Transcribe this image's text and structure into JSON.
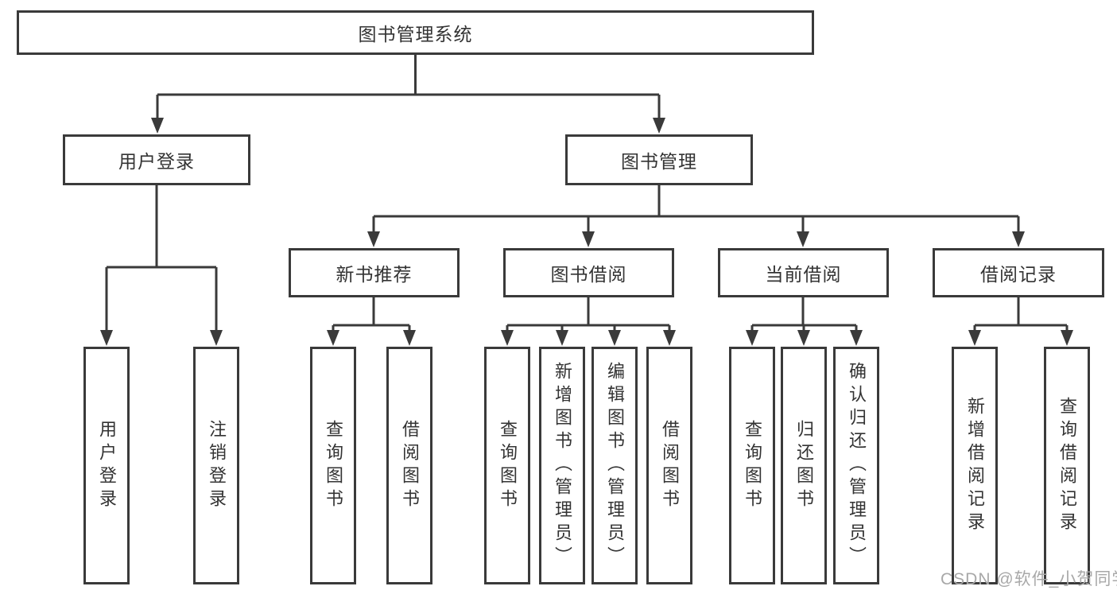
{
  "tree": {
    "root": "图书管理系统",
    "branches": [
      {
        "label": "用户登录",
        "children": [
          "用户登录",
          "注销登录"
        ]
      },
      {
        "label": "图书管理",
        "groups": [
          {
            "label": "新书推荐",
            "children": [
              "查询图书",
              "借阅图书"
            ]
          },
          {
            "label": "图书借阅",
            "children": [
              "查询图书",
              "新增图书（管理员）",
              "编辑图书（管理员）",
              "借阅图书"
            ]
          },
          {
            "label": "当前借阅",
            "children": [
              "查询图书",
              "归还图书",
              "确认归还（管理员）"
            ]
          },
          {
            "label": "借阅记录",
            "children": [
              "新增借阅记录",
              "查询借阅记录"
            ]
          }
        ]
      }
    ]
  },
  "watermark": {
    "text": "CSDN @软件_小贺同学"
  },
  "colors": {
    "line": "#3a3a3a",
    "text": "#333333",
    "background": "#ffffff",
    "watermark": "#a8a8a8"
  }
}
